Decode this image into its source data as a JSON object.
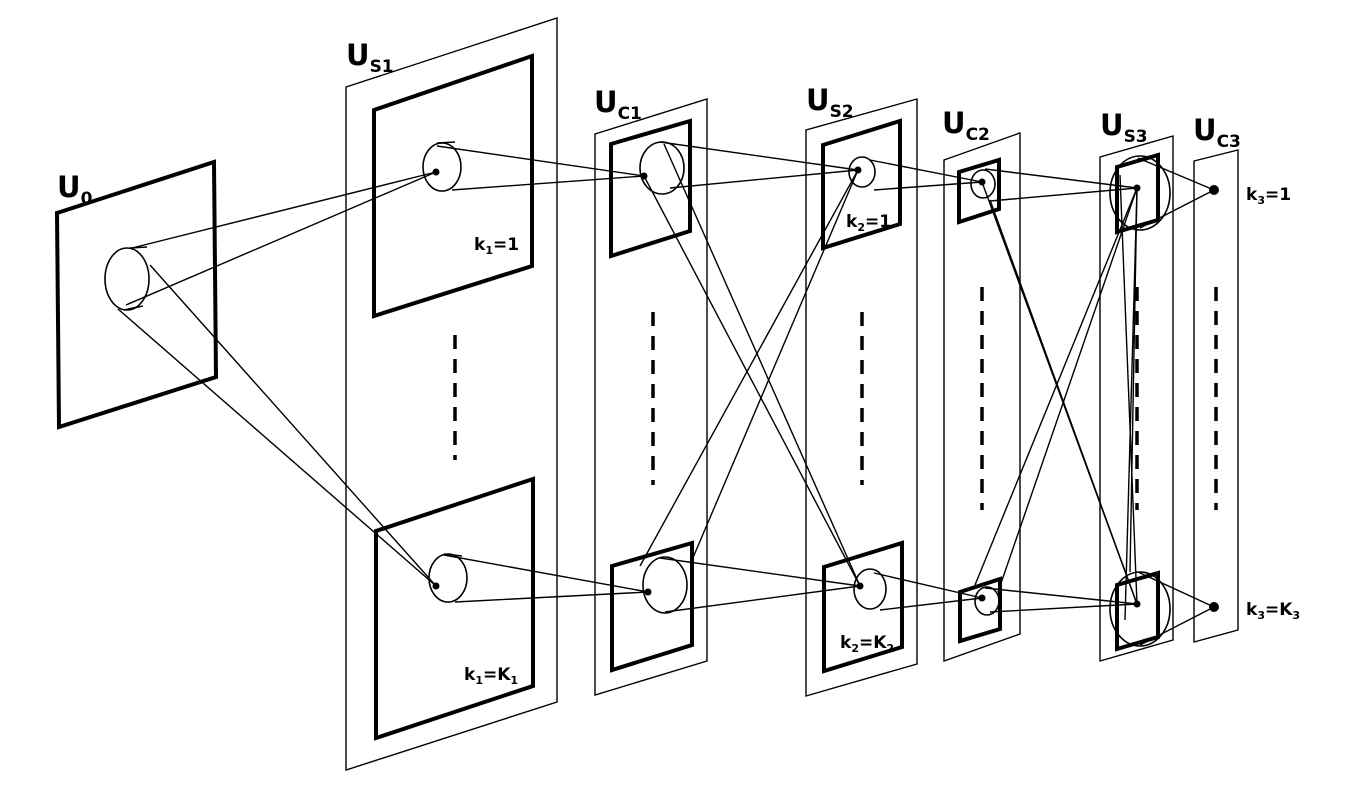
{
  "layers": [
    {
      "id": "U0",
      "label_main": "U",
      "label_sub": "0"
    },
    {
      "id": "US1",
      "label_main": "U",
      "label_sub": "S1"
    },
    {
      "id": "UC1",
      "label_main": "U",
      "label_sub": "C1"
    },
    {
      "id": "US2",
      "label_main": "U",
      "label_sub": "S2"
    },
    {
      "id": "UC2",
      "label_main": "U",
      "label_sub": "C2"
    },
    {
      "id": "US3",
      "label_main": "U",
      "label_sub": "S3"
    },
    {
      "id": "UC3",
      "label_main": "U",
      "label_sub": "C3"
    }
  ],
  "plane_labels": {
    "k1_first": {
      "k": "k",
      "ksub": "1",
      "rest": "=1"
    },
    "k1_last": {
      "k": "k",
      "ksub": "1",
      "rest": "=K",
      "rsub": "1"
    },
    "k2_first": {
      "k": "k",
      "ksub": "2",
      "rest": "=1"
    },
    "k2_last": {
      "k": "k",
      "ksub": "2",
      "rest": "=K",
      "rsub": "2"
    },
    "k3_first": {
      "k": "k",
      "ksub": "3",
      "rest": "=1"
    },
    "k3_last": {
      "k": "k",
      "ksub": "3",
      "rest": "=K",
      "rsub": "3"
    }
  }
}
